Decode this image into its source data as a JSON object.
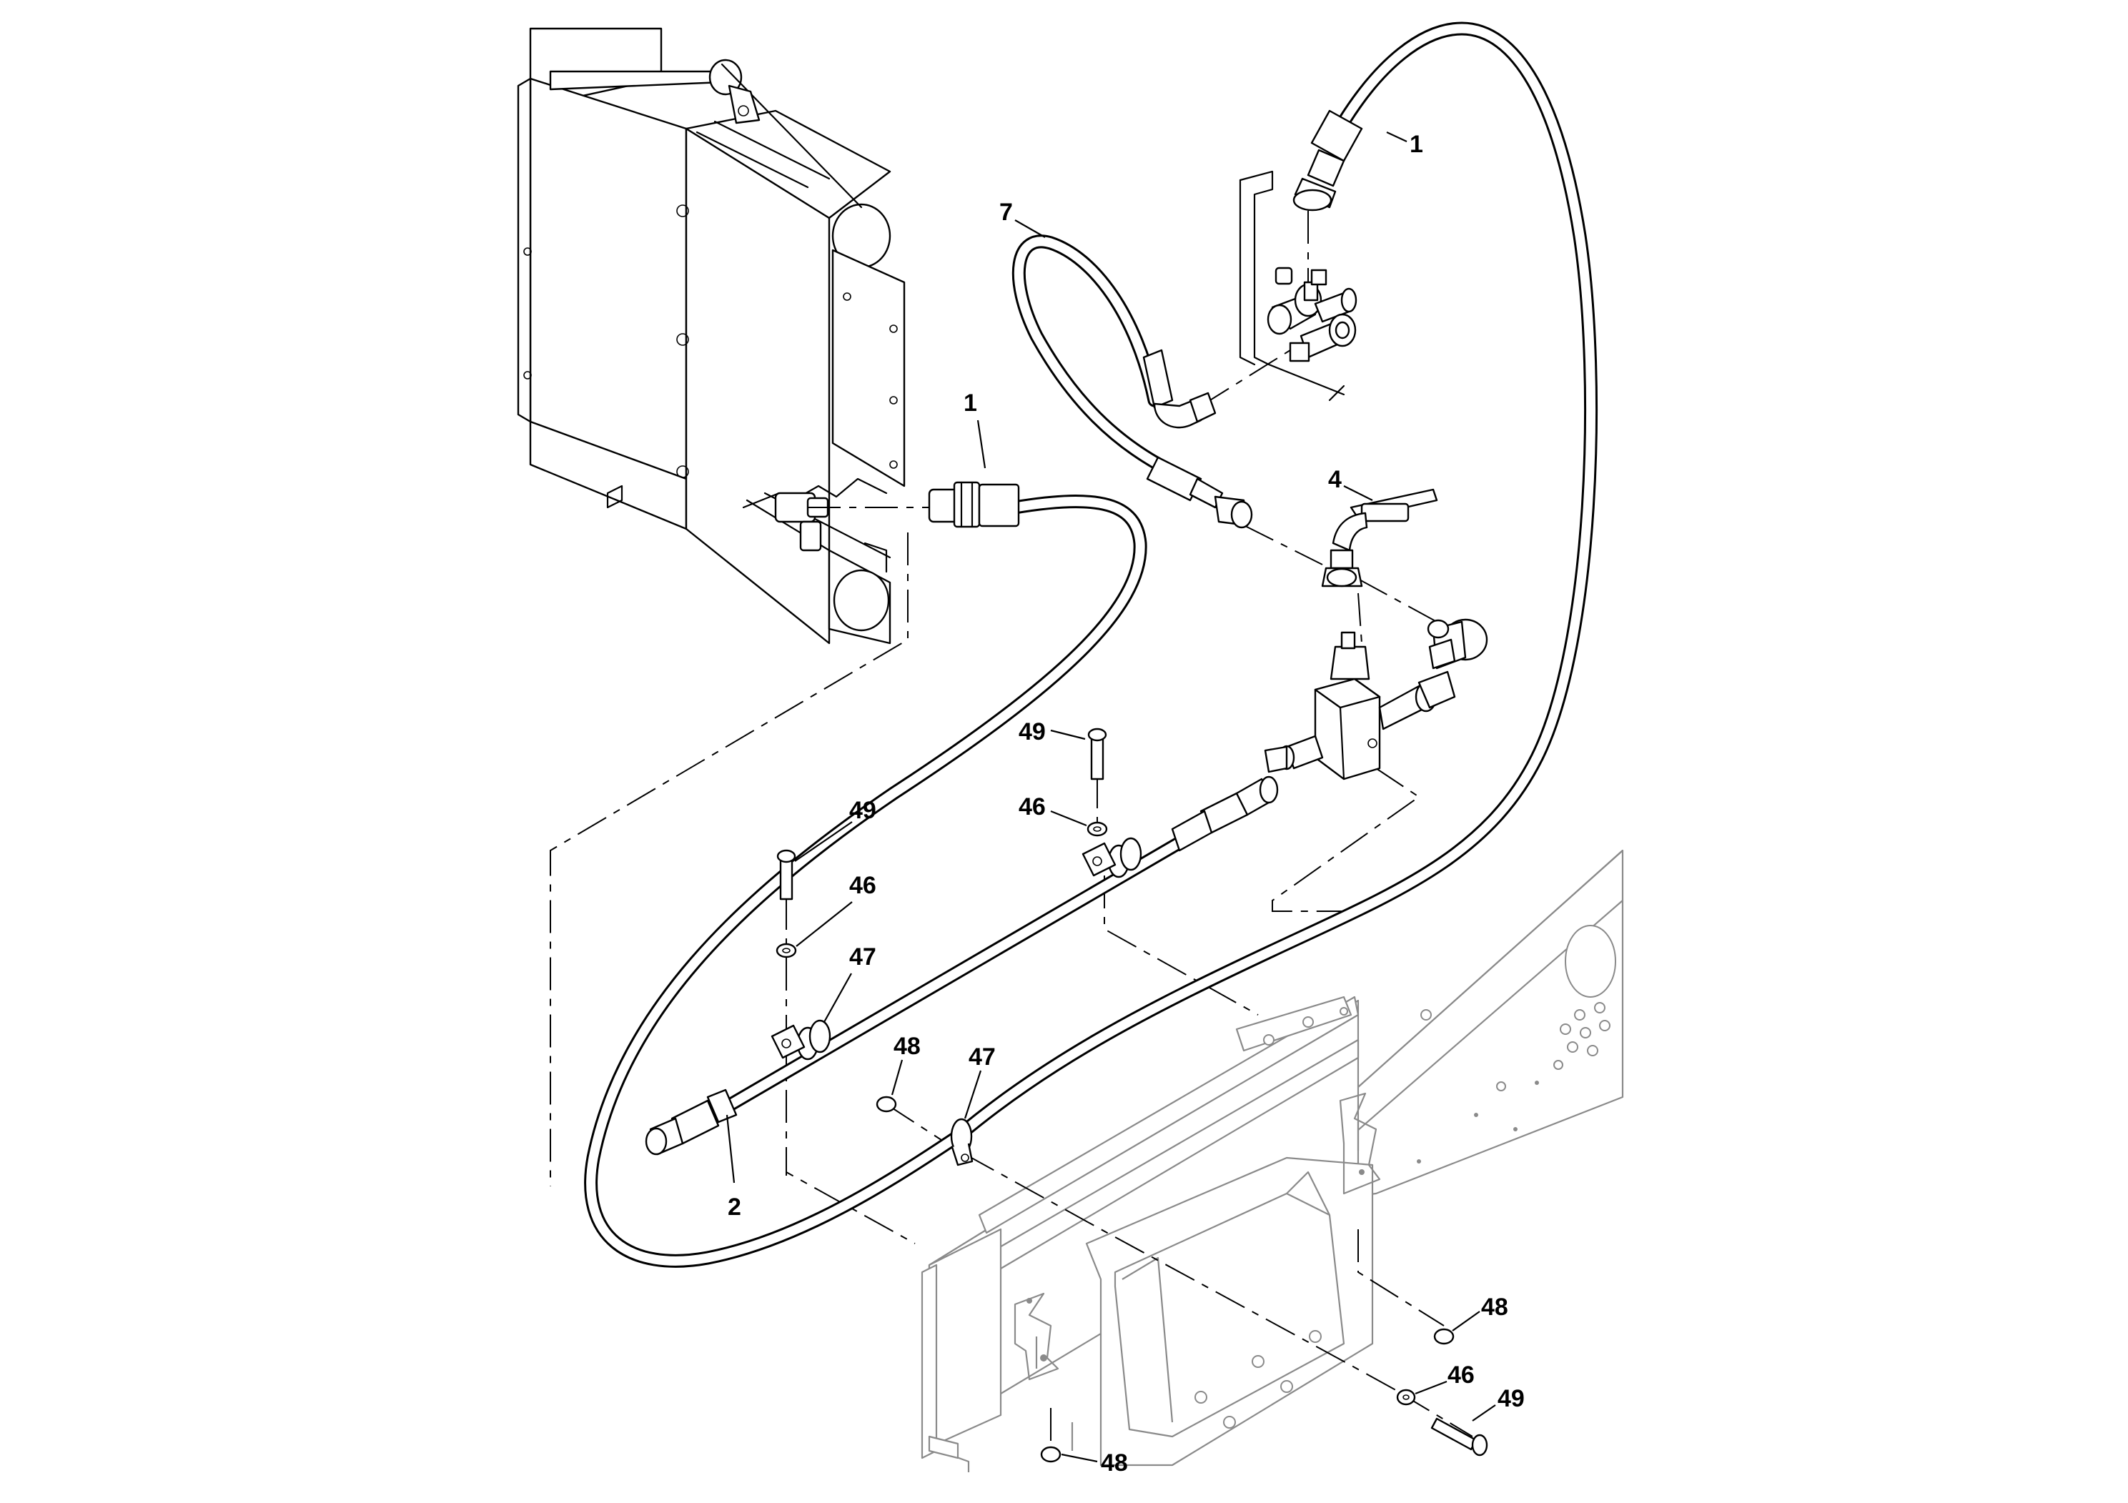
{
  "callouts": {
    "c1_top": "1",
    "c7": "7",
    "c1_mid": "1",
    "c4": "4",
    "c49_a": "49",
    "c46_a": "46",
    "c49_b": "49",
    "c46_b": "46",
    "c47_a": "47",
    "c48_a": "48",
    "c47_b": "47",
    "c2": "2",
    "c48_b": "48",
    "c46_c": "46",
    "c49_c": "49",
    "c48_c": "48"
  }
}
